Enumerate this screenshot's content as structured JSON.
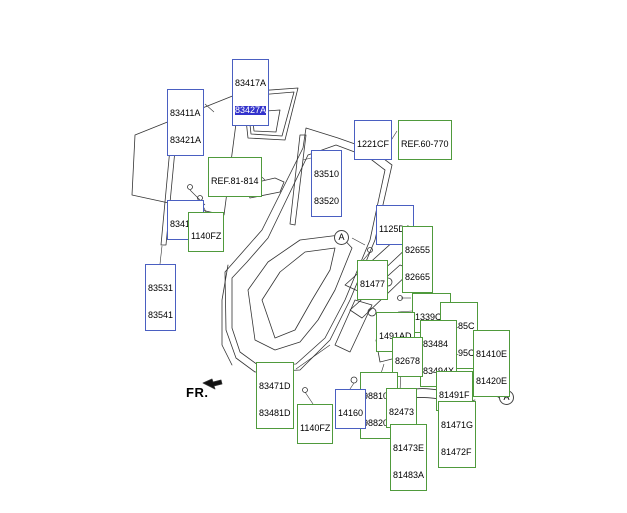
{
  "diagram": {
    "front_marker": "FR.",
    "callout_letter": "A",
    "labels": {
      "glass_quarter": [
        "83417A",
        "83427A"
      ],
      "glass_main": [
        "83411A",
        "83421A"
      ],
      "glass_run_lower": [
        "83412A"
      ],
      "clip_1140fz_top": [
        "1140FZ"
      ],
      "channel_rear": [
        "83531",
        "83541"
      ],
      "bolt_1221cf": [
        "1221CF"
      ],
      "ref_60_770": [
        "REF.60-770"
      ],
      "ref_81_814": [
        "REF.81-814"
      ],
      "channel_center": [
        "83510",
        "83520"
      ],
      "bolt_1125da": [
        "1125DA"
      ],
      "seal_82655": [
        "82655",
        "82665"
      ],
      "bolt_81477": [
        "81477"
      ],
      "screw_1339cc": [
        "1339CC"
      ],
      "bracket_83485c": [
        "83485C",
        "83495C"
      ],
      "bolt_1491ad": [
        "1491AD"
      ],
      "bracket_83484": [
        "83484",
        "83494X"
      ],
      "latch_81410e": [
        "81410E",
        "81420E"
      ],
      "clip_82678": [
        "82678"
      ],
      "regulator_83471d": [
        "83471D",
        "83481D"
      ],
      "motor_98810d": [
        "98810D",
        "98820D"
      ],
      "bolt_82473": [
        "82473"
      ],
      "cable_81491f": [
        "81491F"
      ],
      "cap_14160": [
        "14160"
      ],
      "rod_81471g": [
        "81471G",
        "81472F"
      ],
      "clip_1140fz_bottom": [
        "1140FZ"
      ],
      "cable_81473e": [
        "81473E",
        "81483A"
      ]
    }
  },
  "colors": {
    "blue_border": "#4a5fc1",
    "green_border": "#4f9a3c",
    "selected": "#3333cc",
    "line": "#333333"
  }
}
